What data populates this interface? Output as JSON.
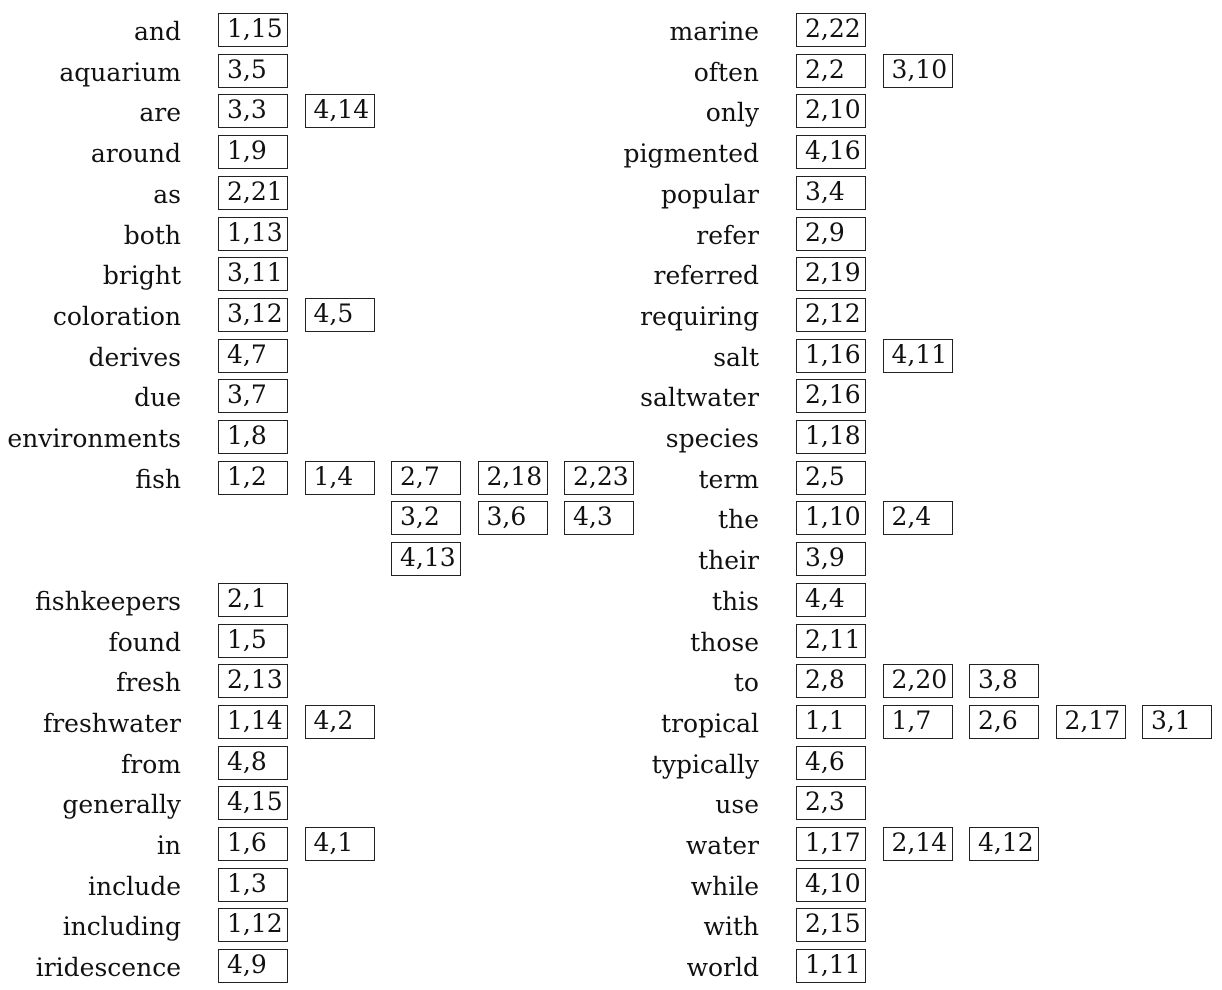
{
  "index": {
    "left": [
      {
        "term": "and",
        "postings": [
          [
            "1,15"
          ]
        ]
      },
      {
        "term": "aquarium",
        "postings": [
          [
            "3,5"
          ]
        ]
      },
      {
        "term": "are",
        "postings": [
          [
            "3,3",
            "4,14"
          ]
        ]
      },
      {
        "term": "around",
        "postings": [
          [
            "1,9"
          ]
        ]
      },
      {
        "term": "as",
        "postings": [
          [
            "2,21"
          ]
        ]
      },
      {
        "term": "both",
        "postings": [
          [
            "1,13"
          ]
        ]
      },
      {
        "term": "bright",
        "postings": [
          [
            "3,11"
          ]
        ]
      },
      {
        "term": "coloration",
        "postings": [
          [
            "3,12",
            "4,5"
          ]
        ]
      },
      {
        "term": "derives",
        "postings": [
          [
            "4,7"
          ]
        ]
      },
      {
        "term": "due",
        "postings": [
          [
            "3,7"
          ]
        ]
      },
      {
        "term": "environments",
        "postings": [
          [
            "1,8"
          ]
        ]
      },
      {
        "term": "fish",
        "postings": [
          [
            "1,2",
            "1,4",
            "2,7",
            "2,18",
            "2,23"
          ],
          [
            "",
            "",
            "3,2",
            "3,6",
            "4,3"
          ],
          [
            "",
            "",
            "4,13"
          ]
        ]
      },
      {
        "term": "fishkeepers",
        "postings": [
          [
            "2,1"
          ]
        ]
      },
      {
        "term": "found",
        "postings": [
          [
            "1,5"
          ]
        ]
      },
      {
        "term": "fresh",
        "postings": [
          [
            "2,13"
          ]
        ]
      },
      {
        "term": "freshwater",
        "postings": [
          [
            "1,14",
            "4,2"
          ]
        ]
      },
      {
        "term": "from",
        "postings": [
          [
            "4,8"
          ]
        ]
      },
      {
        "term": "generally",
        "postings": [
          [
            "4,15"
          ]
        ]
      },
      {
        "term": "in",
        "postings": [
          [
            "1,6",
            "4,1"
          ]
        ]
      },
      {
        "term": "include",
        "postings": [
          [
            "1,3"
          ]
        ]
      },
      {
        "term": "including",
        "postings": [
          [
            "1,12"
          ]
        ]
      },
      {
        "term": "iridescence",
        "postings": [
          [
            "4,9"
          ]
        ]
      }
    ],
    "right": [
      {
        "term": "marine",
        "postings": [
          [
            "2,22"
          ]
        ]
      },
      {
        "term": "often",
        "postings": [
          [
            "2,2",
            "3,10"
          ]
        ]
      },
      {
        "term": "only",
        "postings": [
          [
            "2,10"
          ]
        ]
      },
      {
        "term": "pigmented",
        "postings": [
          [
            "4,16"
          ]
        ]
      },
      {
        "term": "popular",
        "postings": [
          [
            "3,4"
          ]
        ]
      },
      {
        "term": "refer",
        "postings": [
          [
            "2,9"
          ]
        ]
      },
      {
        "term": "referred",
        "postings": [
          [
            "2,19"
          ]
        ]
      },
      {
        "term": "requiring",
        "postings": [
          [
            "2,12"
          ]
        ]
      },
      {
        "term": "salt",
        "postings": [
          [
            "1,16",
            "4,11"
          ]
        ]
      },
      {
        "term": "saltwater",
        "postings": [
          [
            "2,16"
          ]
        ]
      },
      {
        "term": "species",
        "postings": [
          [
            "1,18"
          ]
        ]
      },
      {
        "term": "term",
        "postings": [
          [
            "2,5"
          ]
        ]
      },
      {
        "term": "the",
        "postings": [
          [
            "1,10",
            "2,4"
          ]
        ]
      },
      {
        "term": "their",
        "postings": [
          [
            "3,9"
          ]
        ]
      },
      {
        "term": "this",
        "postings": [
          [
            "4,4"
          ]
        ]
      },
      {
        "term": "those",
        "postings": [
          [
            "2,11"
          ]
        ]
      },
      {
        "term": "to",
        "postings": [
          [
            "2,8",
            "2,20",
            "3,8"
          ]
        ]
      },
      {
        "term": "tropical",
        "postings": [
          [
            "1,1",
            "1,7",
            "2,6",
            "2,17",
            "3,1"
          ]
        ]
      },
      {
        "term": "typically",
        "postings": [
          [
            "4,6"
          ]
        ]
      },
      {
        "term": "use",
        "postings": [
          [
            "2,3"
          ]
        ]
      },
      {
        "term": "water",
        "postings": [
          [
            "1,17",
            "2,14",
            "4,12"
          ]
        ]
      },
      {
        "term": "while",
        "postings": [
          [
            "4,10"
          ]
        ]
      },
      {
        "term": "with",
        "postings": [
          [
            "2,15"
          ]
        ]
      },
      {
        "term": "world",
        "postings": [
          [
            "1,11"
          ]
        ]
      }
    ]
  }
}
